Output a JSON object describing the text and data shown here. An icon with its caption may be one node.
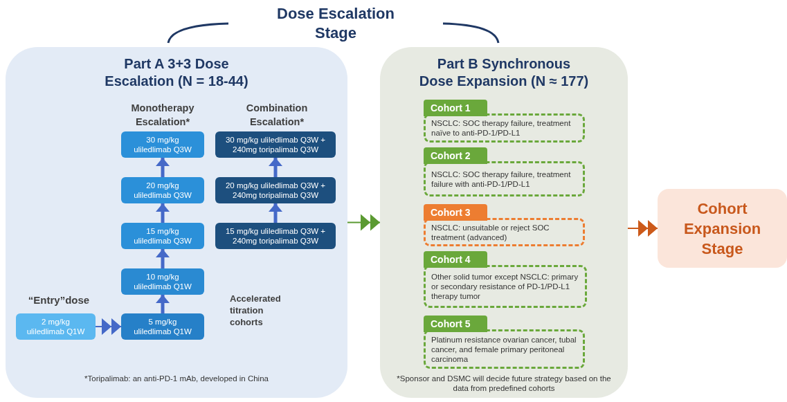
{
  "diagram": {
    "title": "Dose Escalation Stage",
    "nodes": [
      {
        "text": [
          "Part A 3+3 Dose Escalation (N = 18-44)",
          "*Toripalimab: an anti-PD-1 mAb, developed in China"
        ]
      },
      {
        "text": [
          "2 mg/kg uliledlimab Q1W"
        ],
        "in": 0
      },
      {
        "text": [
          "5 mg/kg uliledlimab Q1W"
        ],
        "in": 0
      },
      {
        "text": [
          "10 mg/kg uliledlimab Q1W"
        ],
        "in": 0
      },
      {
        "text": [
          "15 mg/kg uliledlimab Q3W"
        ],
        "in": 0
      },
      {
        "text": [
          "20 mg/kg uliledlimab Q3W"
        ],
        "in": 0
      },
      {
        "text": [
          "30 mg/kg uliledlimab Q3W"
        ],
        "in": 0
      },
      {
        "text": [
          "15 mg/kg uliledlimab Q3W + 240mg toripalimab Q3W"
        ],
        "in": 0
      },
      {
        "text": [
          "20 mg/kg uliledlimab Q3W + 240mg toripalimab Q3W"
        ],
        "in": 0
      },
      {
        "text": [
          "30 mg/kg uliledlimab Q3W + 240mg toripalimab Q3W"
        ],
        "in": 0
      },
      {
        "text": [
          "Part B Synchronous Dose Expansion (N ≈ 177)",
          "*Sponsor and DSMC will decide future strategy based on the data from predefined cohorts"
        ]
      },
      {
        "text": [
          "Cohort 1",
          "NSCLC:  SOC therapy failure, treatment naïve to anti-PD-1/PD-L1"
        ],
        "in": 10
      },
      {
        "text": [
          "Cohort 2",
          "NSCLC: SOC therapy failure, treatment failure with anti-PD-1/PD-L1"
        ],
        "in": 10
      },
      {
        "text": [
          "Cohort 3",
          "NSCLC: unsuitable or reject SOC treatment (advanced)"
        ],
        "in": 10
      },
      {
        "text": [
          "Cohort 4",
          "Other solid tumor except NSCLC: primary or secondary resistance of PD-1/PD-L1 therapy tumor"
        ],
        "in": 10
      },
      {
        "text": [
          "Cohort 5",
          "Platinum resistance ovarian cancer, tubal cancer, and female primary peritoneal carcinoma"
        ],
        "in": 10
      },
      {
        "text": [
          "Cohort Expansion Stage"
        ]
      }
    ],
    "edges": [
      {
        "from": 1,
        "to": 2,
        "arrow": "to"
      },
      {
        "from": 2,
        "to": 3,
        "arrow": "to"
      },
      {
        "from": 3,
        "to": 4,
        "arrow": "to"
      },
      {
        "from": 4,
        "to": 5,
        "arrow": "to"
      },
      {
        "from": 5,
        "to": 6,
        "arrow": "to"
      },
      {
        "from": 7,
        "to": 8,
        "arrow": "to"
      },
      {
        "from": 8,
        "to": 9,
        "arrow": "to"
      },
      {
        "from": 0,
        "to": 10,
        "arrow": "to",
        "color": "#5b9a32"
      },
      {
        "from": 10,
        "to": 16,
        "arrow": "to",
        "color": "#cc5a1a"
      }
    ],
    "labels": [
      "Monotherapy Escalation*",
      "Combination Escalation*",
      "“Entry”dose",
      "Accelerated titration cohorts"
    ]
  }
}
